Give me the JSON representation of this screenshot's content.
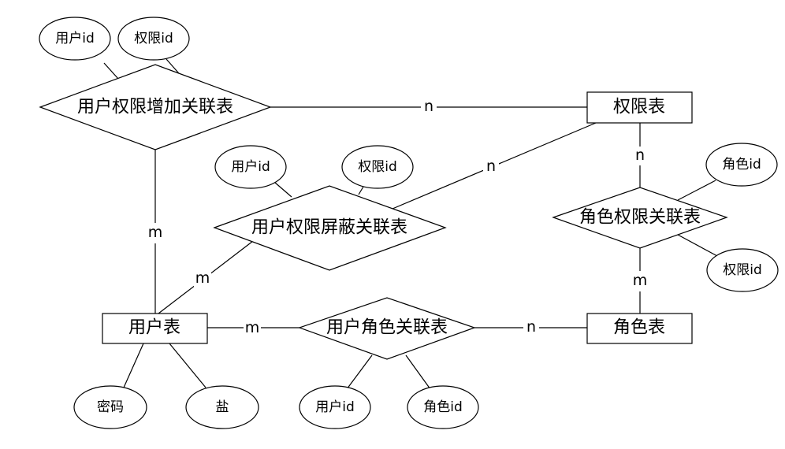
{
  "entities": {
    "user": "用户表",
    "permission": "权限表",
    "role": "角色表"
  },
  "relationships": {
    "user_permission_add": "用户权限增加关联表",
    "user_permission_block": "用户权限屏蔽关联表",
    "role_permission": "角色权限关联表",
    "user_role": "用户角色关联表"
  },
  "attributes": {
    "add_user_id": "用户id",
    "add_permission_id": "权限id",
    "block_user_id": "用户id",
    "block_permission_id": "权限id",
    "role_perm_role_id": "角色id",
    "role_perm_permission_id": "权限id",
    "user_role_user_id": "用户id",
    "user_role_role_id": "角色id",
    "user_password": "密码",
    "user_salt": "盐"
  },
  "cardinalities": {
    "add_to_permission": "n",
    "add_to_user": "m",
    "block_to_permission": "n",
    "block_to_user": "m",
    "permission_to_role_rel": "n",
    "role_rel_to_role": "m",
    "user_to_user_role": "m",
    "user_role_to_role": "n"
  }
}
